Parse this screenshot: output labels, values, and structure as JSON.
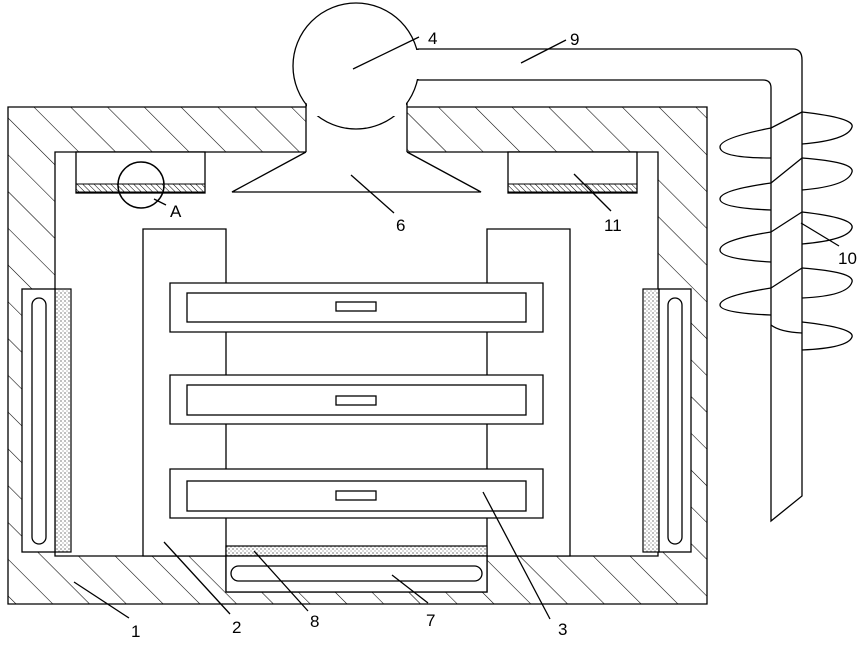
{
  "callouts": {
    "c1": "1",
    "c2": "2",
    "c3": "3",
    "c4": "4",
    "c6": "6",
    "c7": "7",
    "c8": "8",
    "c9": "9",
    "c10": "10",
    "c11": "11",
    "cA": "A"
  }
}
